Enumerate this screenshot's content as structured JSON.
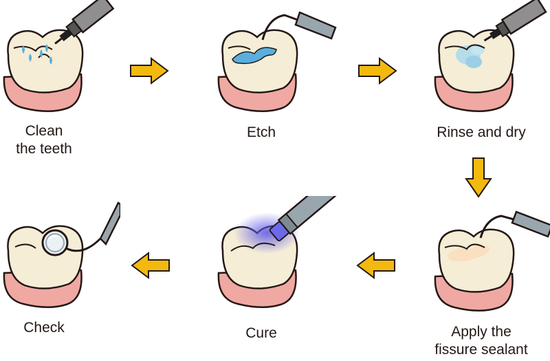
{
  "steps": [
    {
      "id": "clean",
      "label": "Clean\nthe teeth"
    },
    {
      "id": "etch",
      "label": "Etch"
    },
    {
      "id": "rinse",
      "label": "Rinse and dry"
    },
    {
      "id": "apply",
      "label": "Apply the\nfissure sealant"
    },
    {
      "id": "cure",
      "label": "Cure"
    },
    {
      "id": "check",
      "label": "Check"
    }
  ],
  "colors": {
    "tooth": "#F5EDD6",
    "gum": "#F0A8A3",
    "outline": "#231815",
    "arrow": "#F3B90F",
    "etch": "#5AAFE0",
    "sealant": "#FADFC0",
    "cure_light": "#5A55E6",
    "instrument": "#9AA6AE"
  },
  "icons": [
    "water-spray-icon",
    "etch-probe-icon",
    "air-spray-icon",
    "sealant-probe-icon",
    "curing-light-icon",
    "dental-mirror-icon"
  ]
}
